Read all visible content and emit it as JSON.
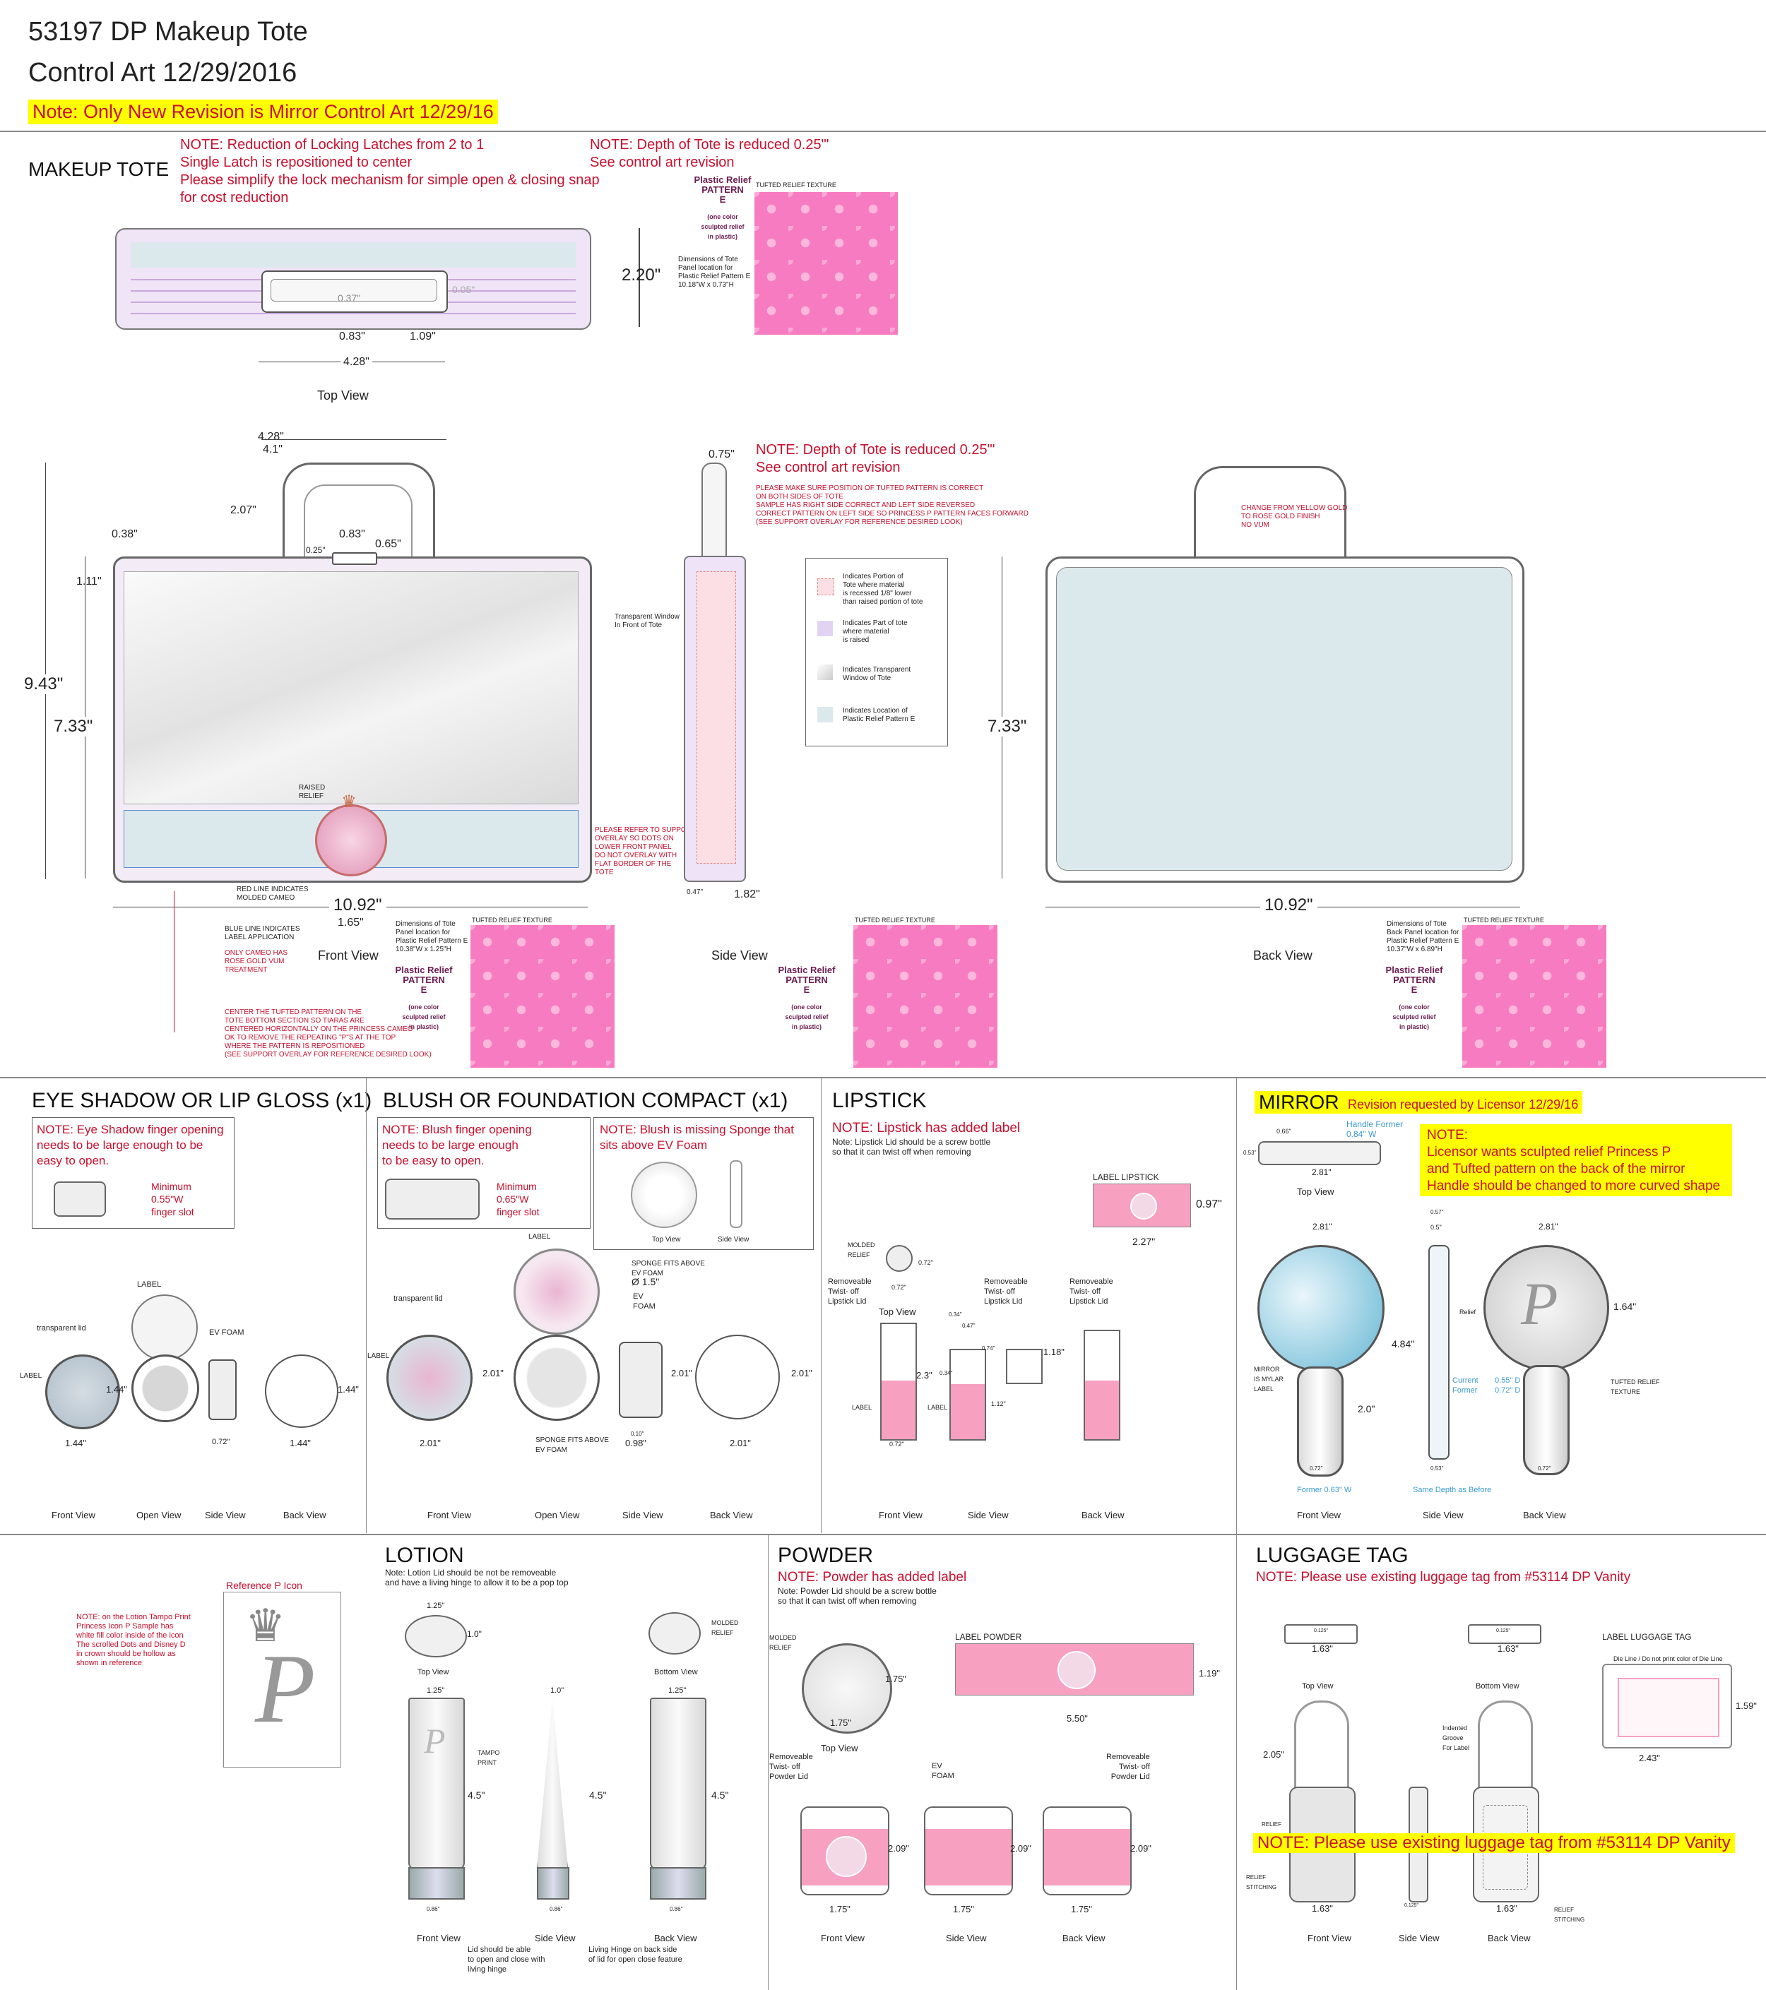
{
  "header": {
    "line1": "53197 DP Makeup Tote",
    "line2": "Control Art 12/29/2016",
    "highlight": "Note: Only New Revision is Mirror Control Art 12/29/16"
  },
  "tote": {
    "section_title": "MAKEUP TOTE",
    "note_latches": [
      "NOTE: Reduction of Locking Latches from 2 to 1",
      "Single Latch is repositioned to center",
      "Please simplify the lock mechanism for simple open & closing snap",
      "for cost reduction"
    ],
    "note_depth": [
      "NOTE: Depth of Tote is reduced 0.25\"'",
      "See control art revision"
    ],
    "pattern_label": [
      "Plastic Relief",
      "PATTERN",
      "E"
    ],
    "pattern_sub": [
      "(one color",
      "sculpted relief",
      "in plastic)"
    ],
    "tufted": "TUFTED RELIEF TEXTURE",
    "top_dims_note": [
      "Dimensions of Tote",
      "Panel location for",
      "Plastic Relief Pattern E",
      "10.18\"W x 0.73\"H"
    ],
    "top_dim_h": "2.20\"",
    "top_dim_a": "0.83\"",
    "top_dim_b": "1.09\"",
    "top_dim_c": "4.28\"",
    "top_dim_d": "0.37\"",
    "top_dim_e": "0.05\"",
    "top_view": "Top View",
    "front_dims": {
      "handle_w_outer": "4.28\"",
      "handle_w_inner": "4.1\"",
      "handle_h": "2.07\"",
      "latch_w": "0.83\"",
      "latch_a": "0.25\"",
      "latch_h": "0.65\"",
      "corner": "0.38\"",
      "band": "1.11\"",
      "total_h": "9.43\"",
      "body_h": "7.33\"",
      "cameo_w": "1.65\"",
      "body_w": "10.92\""
    },
    "front_notes": {
      "window": [
        "Transparent Window",
        "In Front of Tote"
      ],
      "raised": [
        "RAISED",
        "RELIEF"
      ],
      "redline": [
        "RED LINE INDICATES",
        "MOLDED CAMEO"
      ],
      "blueline": [
        "BLUE LINE INDICATES",
        "LABEL APPLICATION"
      ],
      "cameo": [
        "ONLY CAMEO HAS",
        "ROSE GOLD VUM",
        "TREATMENT"
      ],
      "center_pattern": [
        "CENTER THE TUFTED PATTERN ON THE",
        "TOTE BOTTOM SECTION SO TIARAS ARE",
        "CENTERED HORIZONTALLY ON THE PRINCESS CAMEO",
        "OK TO REMOVE THE REPEATING \"P\"S AT THE TOP",
        "WHERE THE PATTERN IS REPOSITIONED",
        "(SEE SUPPORT OVERLAY FOR REFERENCE DESIRED LOOK)"
      ],
      "refer": [
        "PLEASE REFER TO SUPPORT",
        "OVERLAY SO DOTS ON",
        "LOWER FRONT PANEL",
        "DO NOT OVERLAY WITH",
        "FLAT BORDER OF THE",
        "TOTE"
      ],
      "panel_dims": [
        "Dimensions of Tote",
        "Panel location for",
        "Plastic Relief Pattern E",
        "10.38\"W x 1.25\"H"
      ]
    },
    "front_view": "Front View",
    "side": {
      "dim_top": "0.75\"",
      "dim_bottom": "1.82\"",
      "dim_small": "0.47\"",
      "note_depth": [
        "NOTE: Depth of Tote is reduced 0.25\"'",
        "See control art revision"
      ],
      "note_pattern": [
        "PLEASE MAKE SURE POSITION OF TUFTED PATTERN IS CORRECT",
        "ON BOTH SIDES OF TOTE",
        "SAMPLE HAS RIGHT SIDE CORRECT AND LEFT SIDE REVERSED",
        "CORRECT PATTERN ON LEFT SIDE SO PRINCESS P PATTERN FACES FORWARD",
        "(SEE SUPPORT OVERLAY FOR REFERENCE DESIRED LOOK)"
      ],
      "legend": [
        [
          "Indicates Portion of",
          "Tote where material",
          "is recessed 1/8\" lower",
          "than raised portion of tote"
        ],
        [
          "Indicates Part of tote",
          "where material",
          "is raised"
        ],
        [
          "Indicates Transparent",
          "Window of Tote"
        ],
        [
          "Indicates Location of",
          "Plastic Relief Pattern E"
        ]
      ],
      "view": "Side View"
    },
    "back": {
      "note_gold": [
        "CHANGE FROM YELLOW GOLD",
        "TO ROSE GOLD FINISH",
        "NO VUM"
      ],
      "dim_h": "7.33\"",
      "dim_w": "10.92\"",
      "panel_dims": [
        "Dimensions of Tote",
        "Back Panel location for",
        "Plastic Relief Pattern E",
        "10.37\"W x 6.89\"H"
      ],
      "view": "Back View"
    }
  },
  "eyeshadow": {
    "title": "EYE SHADOW OR LIP GLOSS (x1)",
    "note": [
      "NOTE: Eye Shadow finger opening",
      "needs to be large enough to be",
      "easy to open."
    ],
    "min": [
      "Minimum",
      "0.55\"W",
      "finger slot"
    ],
    "label": "LABEL",
    "transparent": "transparent lid",
    "evfoam": "EV FOAM",
    "d1": "1.44\"",
    "d2": "1.44\"",
    "d3": "1.44\"",
    "d4": "1.44\"",
    "d5": "0.72\"",
    "views": [
      "Front View",
      "Open View",
      "Side View",
      "Back View"
    ]
  },
  "blush": {
    "title": "BLUSH OR FOUNDATION COMPACT (x1)",
    "note": [
      "NOTE: Blush finger opening",
      "needs to be large enough",
      "to be easy to open."
    ],
    "min": [
      "Minimum",
      "0.65\"W",
      "finger slot"
    ],
    "note2": [
      "NOTE: Blush is missing Sponge that",
      "sits above EV Foam"
    ],
    "topview": "Top View",
    "sideview": "Side View",
    "label": "LABEL",
    "transparent": "transparent lid",
    "sponge_above": [
      "SPONGE FITS ABOVE",
      "EV FOAM"
    ],
    "sponge_dia": "Ø 1.5\"",
    "ev": [
      "EV",
      "FOAM"
    ],
    "sponge_fits": [
      "SPONGE FITS ABOVE",
      "EV FOAM"
    ],
    "d1": "2.01\"",
    "d2": "2.01\"",
    "d3": "2.01\"",
    "d4": "2.01\"",
    "d5": "2.01\"",
    "d6": "0.98\"",
    "d7": "0.10\"",
    "views": [
      "Front View",
      "Open View",
      "Side View",
      "Back View"
    ]
  },
  "lipstick": {
    "title": "LIPSTICK",
    "note": "NOTE: Lipstick has added label",
    "sub": [
      "Note: Lipstick Lid should be a screw bottle",
      "so that it can twist off when removing"
    ],
    "label_title": "LABEL LIPSTICK",
    "label_h": "0.97\"",
    "label_w": "2.27\"",
    "molded": [
      "MOLDED",
      "RELIEF"
    ],
    "removable1": [
      "Removeable",
      "Twist- off",
      "Lipstick Lid"
    ],
    "removable2": [
      "Removeable",
      "Twist- off",
      "Lipstick Lid"
    ],
    "removable3": [
      "Removeable",
      "Twist- off",
      "Lipstick Lid"
    ],
    "top_view": "Top View",
    "d_top": "0.72\"",
    "d_top2": "0.72\"",
    "d_h": "2.3\"",
    "d_a": "0.34\"",
    "d_b": "0.47\"",
    "d_c": "0.74\"",
    "d_d": "1.18\"",
    "d_e": "1.12\"",
    "d_f": "0.72\"",
    "d_g": "0.34\"",
    "label": "LABEL",
    "views": [
      "Front View",
      "Side View",
      "Back View"
    ]
  },
  "mirror": {
    "title": "MIRROR",
    "revision": "Revision requested by Licensor 12/29/16",
    "note": [
      "NOTE:",
      "Licensor wants sculpted relief Princess P",
      "and Tufted pattern on the back of the mirror",
      "Handle should be changed to more curved shape"
    ],
    "handle_former": [
      "Handle Former",
      "0.84\" W"
    ],
    "d_a": "0.66\"",
    "d_b": "0.53\"",
    "d_top": "2.81\"",
    "top_view": "Top View",
    "d_w1": "2.81\"",
    "d_w2": "2.81\"",
    "d_h": "4.84\"",
    "d_handle": "2.0\"",
    "d_rel": "1.64\"",
    "d_s1": "0.57\"",
    "d_s2": "0.5\"",
    "d_s3": "0.53\"",
    "d_s4": "0.72\"",
    "d_s5": "0.72\"",
    "mylar": [
      "MIRROR",
      "IS MYLAR",
      "LABEL"
    ],
    "relief": "Relief",
    "current": [
      "Current",
      "Former"
    ],
    "cur_dims": [
      "0.55\" D",
      "0.72\" D"
    ],
    "tufted": [
      "TUFTED RELIEF",
      "TEXTURE"
    ],
    "former": "Former 0.63\" W",
    "same": "Same Depth as Before",
    "views": [
      "Front View",
      "Side View",
      "Back View"
    ]
  },
  "lotion": {
    "title": "LOTION",
    "sub": [
      "Note: Lotion Lid should be not be removeable",
      "and have a living hinge to allow it to be a pop top"
    ],
    "ref_title": "Reference P Icon",
    "note": [
      "NOTE: on the Lotion Tampo Print",
      "Princess Icon P Sample has",
      "white fill color inside of the icon",
      "The scrolled Dots and Disney D",
      "in crown should be hollow as",
      "shown in reference"
    ],
    "d_top": "1.25\"",
    "d_top_h": "1.0\"",
    "top_view": "Top View",
    "bottom_view": "Bottom View",
    "molded": [
      "MOLDED",
      "RELIEF"
    ],
    "d_bot": "1.25\"",
    "d_f": "1.25\"",
    "d_s": "1.0\"",
    "d_b": "1.25\"",
    "d_h1": "4.5\"",
    "d_h2": "4.5\"",
    "d_h3": "4.5\"",
    "tampo": [
      "TAMPO",
      "PRINT"
    ],
    "d_cap1": "0.86\"",
    "d_cap2": "0.86\"",
    "d_cap3": "0.86\"",
    "lid_note": [
      "Lid should be able",
      "to open and close with",
      "living hinge"
    ],
    "hinge_note": [
      "Living Hinge on back side",
      "of lid for open close feature"
    ],
    "views": [
      "Front View",
      "Side View",
      "Back View"
    ]
  },
  "powder": {
    "title": "POWDER",
    "note": "NOTE: Powder has added label",
    "sub": [
      "Note: Powder Lid should be a screw bottle",
      "so that it can twist off when removing"
    ],
    "molded": [
      "MOLDED",
      "RELIEF"
    ],
    "d_top_h": "1.75\"",
    "d_top_w": "1.75\"",
    "top_view": "Top View",
    "label_title": "LABEL POWDER",
    "label_h": "1.19\"",
    "label_w": "5.50\"",
    "removable1": [
      "Removeable",
      "Twist- off",
      "Powder Lid"
    ],
    "removable2": [
      "Removeable",
      "Twist- off",
      "Powder Lid"
    ],
    "ev": [
      "EV",
      "FOAM"
    ],
    "d_h1": "2.09\"",
    "d_h2": "2.09\"",
    "d_h3": "2.09\"",
    "d_w1": "1.75\"",
    "d_w2": "1.75\"",
    "d_w3": "1.75\"",
    "views": [
      "Front View",
      "Side View",
      "Back View"
    ]
  },
  "luggage": {
    "title": "LUGGAGE TAG",
    "note": "NOTE: Please use existing luggage tag from #53114 DP Vanity",
    "d_top": "1.63\"",
    "d_top_s": "0.125\"",
    "top_view": "Top View",
    "d_bot": "1.63\"",
    "d_bot_s": "0.125\"",
    "bottom_view": "Bottom View",
    "label_title": "LABEL LUGGAGE TAG",
    "die": "Die Line / Do not print color of Die Line",
    "label_h": "1.59\"",
    "label_w": "2.43\"",
    "indented": [
      "Indented",
      "Groove",
      "For Label"
    ],
    "d_h": "2.05\"",
    "relief": "RELIEF",
    "relief_st": [
      "RELIEF",
      "STITCHING"
    ],
    "relief_st2": [
      "RELIEF",
      "STITCHING"
    ],
    "d_f": "1.63\"",
    "d_s": "0.125\"",
    "d_b": "1.63\"",
    "highlight": "NOTE: Please use existing luggage tag from #53114 DP Vanity",
    "views": [
      "Front View",
      "Side View",
      "Back View"
    ]
  }
}
